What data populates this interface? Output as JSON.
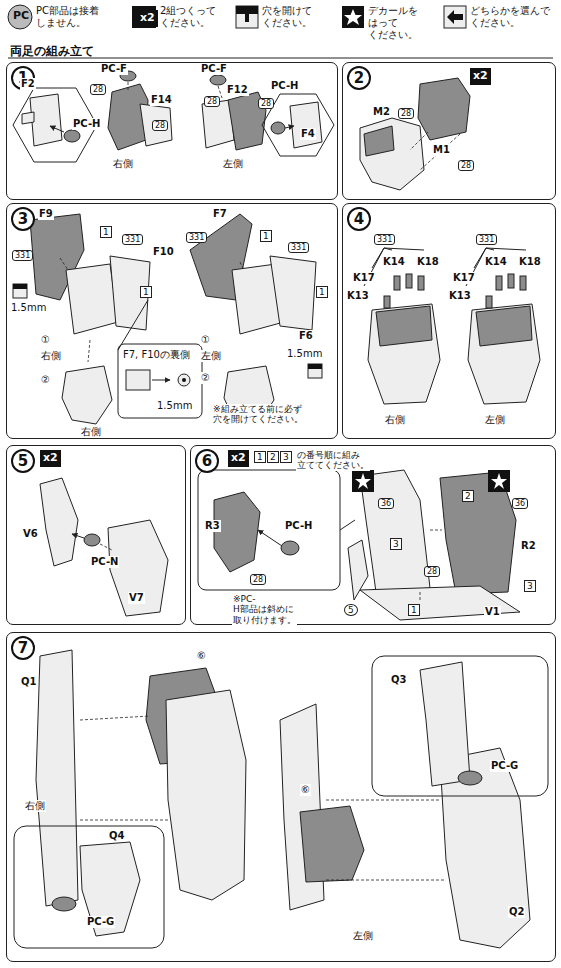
{
  "diagram": {
    "title": "両足の組み立て",
    "nodes": [
      {
        "text": [
          "1"
        ]
      },
      {
        "text": [
          "2"
        ]
      },
      {
        "text": [
          "3"
        ]
      },
      {
        "text": [
          "4"
        ]
      },
      {
        "text": [
          "5"
        ]
      },
      {
        "text": [
          "6"
        ]
      },
      {
        "text": [
          "7"
        ]
      }
    ],
    "labels": [
      "PC",
      "x2",
      "F2",
      "PC-H",
      "PC-F",
      "28",
      "F14",
      "28",
      "右側",
      "PC-F",
      "28",
      "F12",
      "28",
      "左側",
      "PC-H",
      "F4",
      "x2",
      "M2",
      "28",
      "M1",
      "28",
      "F9",
      "331",
      "1",
      "331",
      "F10",
      "1",
      "1.5mm",
      "①",
      "右側",
      "②",
      "右側",
      "F7, F10の裏側",
      "1.5mm",
      "F7",
      "331",
      "1",
      "331",
      "1",
      "①",
      "左側",
      "F6",
      "1.5mm",
      "②",
      "左側",
      "※組み立てる前に必ず 穴を開けてください。",
      "331",
      "K14",
      "K18",
      "K17",
      "K13",
      "331",
      "K14",
      "K18",
      "K17",
      "K13",
      "右側",
      "左側",
      "x2",
      "V6",
      "PC-N",
      "V7",
      "x2",
      "1",
      "2",
      "3",
      "の番号順に組み 立ててください。",
      "36",
      "36",
      "R3",
      "PC-H",
      "28",
      "※PC-H部品は斜めに 取り付けます。",
      "2",
      "R2",
      "3",
      "5",
      "3",
      "28",
      "1",
      "V1",
      "Q1",
      "⑥",
      "右側",
      "Q4",
      "PC-G",
      "Q3",
      "PC-G",
      "⑥",
      "Q2",
      "左側"
    ],
    "legend": [
      {
        "text": "PC部品は接着 しません。"
      },
      {
        "text": "2組つくって ください。"
      },
      {
        "text": "穴を開けて ください。"
      },
      {
        "text": "デカールを はって ください。"
      },
      {
        "text": "どちらかを選んで ください。"
      }
    ]
  }
}
